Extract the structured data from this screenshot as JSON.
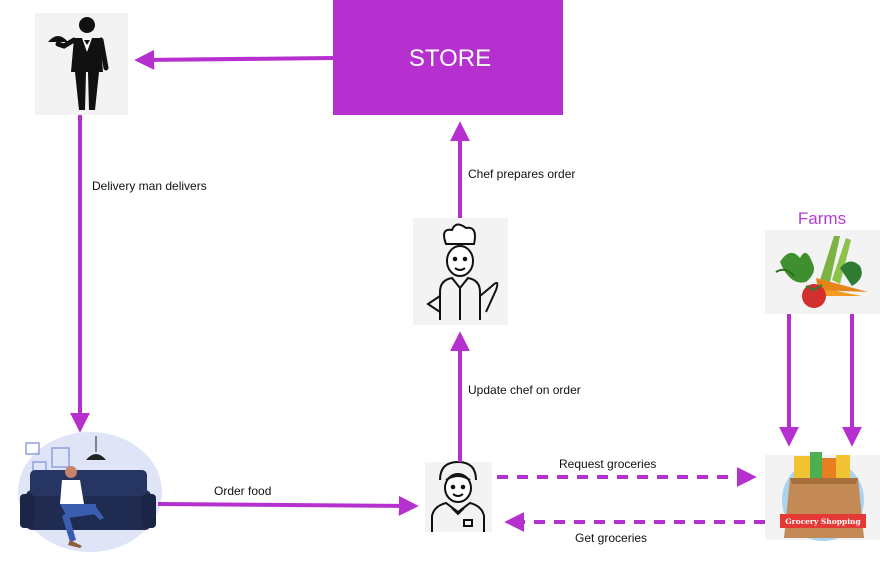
{
  "nodes": {
    "store": {
      "label": "STORE",
      "color": "#b62fcf"
    },
    "farms": {
      "label": "Farms",
      "color": "#b33dd2"
    },
    "grocery": {
      "bag_label": "Grocery Shopping"
    }
  },
  "edges": {
    "delivery": "Delivery man delivers",
    "chef_prepares": "Chef prepares order",
    "update_chef": "Update chef on order",
    "order_food": "Order food",
    "request_groceries": "Request groceries",
    "get_groceries": "Get groceries"
  },
  "colors": {
    "arrow": "#b62fcf",
    "icon_bg": "#f3f3f3",
    "icon_ink": "#111111"
  }
}
